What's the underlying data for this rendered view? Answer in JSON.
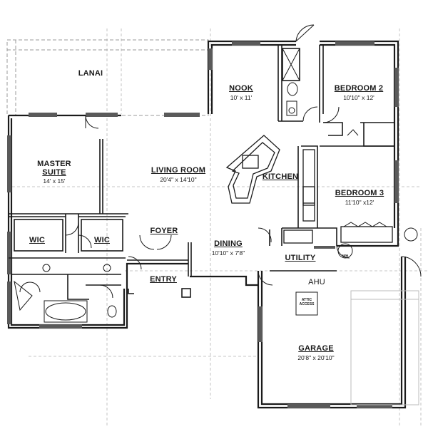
{
  "plan": {
    "rooms": [
      {
        "key": "lanai",
        "name": "LANAI",
        "dims": ""
      },
      {
        "key": "nook",
        "name": "NOOK",
        "dims": "10' x 11'"
      },
      {
        "key": "bedroom2",
        "name": "BEDROOM 2",
        "dims": "10'10\" x 12'"
      },
      {
        "key": "master",
        "name_line1": "MASTER",
        "name_line2": "SUITE",
        "dims": "14' x 15'"
      },
      {
        "key": "living",
        "name": "LIVING ROOM",
        "dims": "20'4\" x 14'10\""
      },
      {
        "key": "kitchen",
        "name": "KITCHEN",
        "dims": ""
      },
      {
        "key": "bedroom3",
        "name": "BEDROOM 3",
        "dims": "11'10\" x12'"
      },
      {
        "key": "wic1",
        "name": "WIC",
        "dims": ""
      },
      {
        "key": "wic2",
        "name": "WIC",
        "dims": ""
      },
      {
        "key": "foyer",
        "name": "FOYER",
        "dims": ""
      },
      {
        "key": "dining",
        "name": "DINING",
        "dims": "10'10\" x 7'8\""
      },
      {
        "key": "utility",
        "name": "UTILITY",
        "dims": ""
      },
      {
        "key": "entry",
        "name": "ENTRY",
        "dims": ""
      },
      {
        "key": "garage",
        "name": "GARAGE",
        "dims": "20'8\" x 20'10\""
      }
    ],
    "labels": {
      "ahu": "AHU",
      "wh": "WH",
      "attic_line1": "ATTIC",
      "attic_line2": "ACCESS"
    }
  }
}
